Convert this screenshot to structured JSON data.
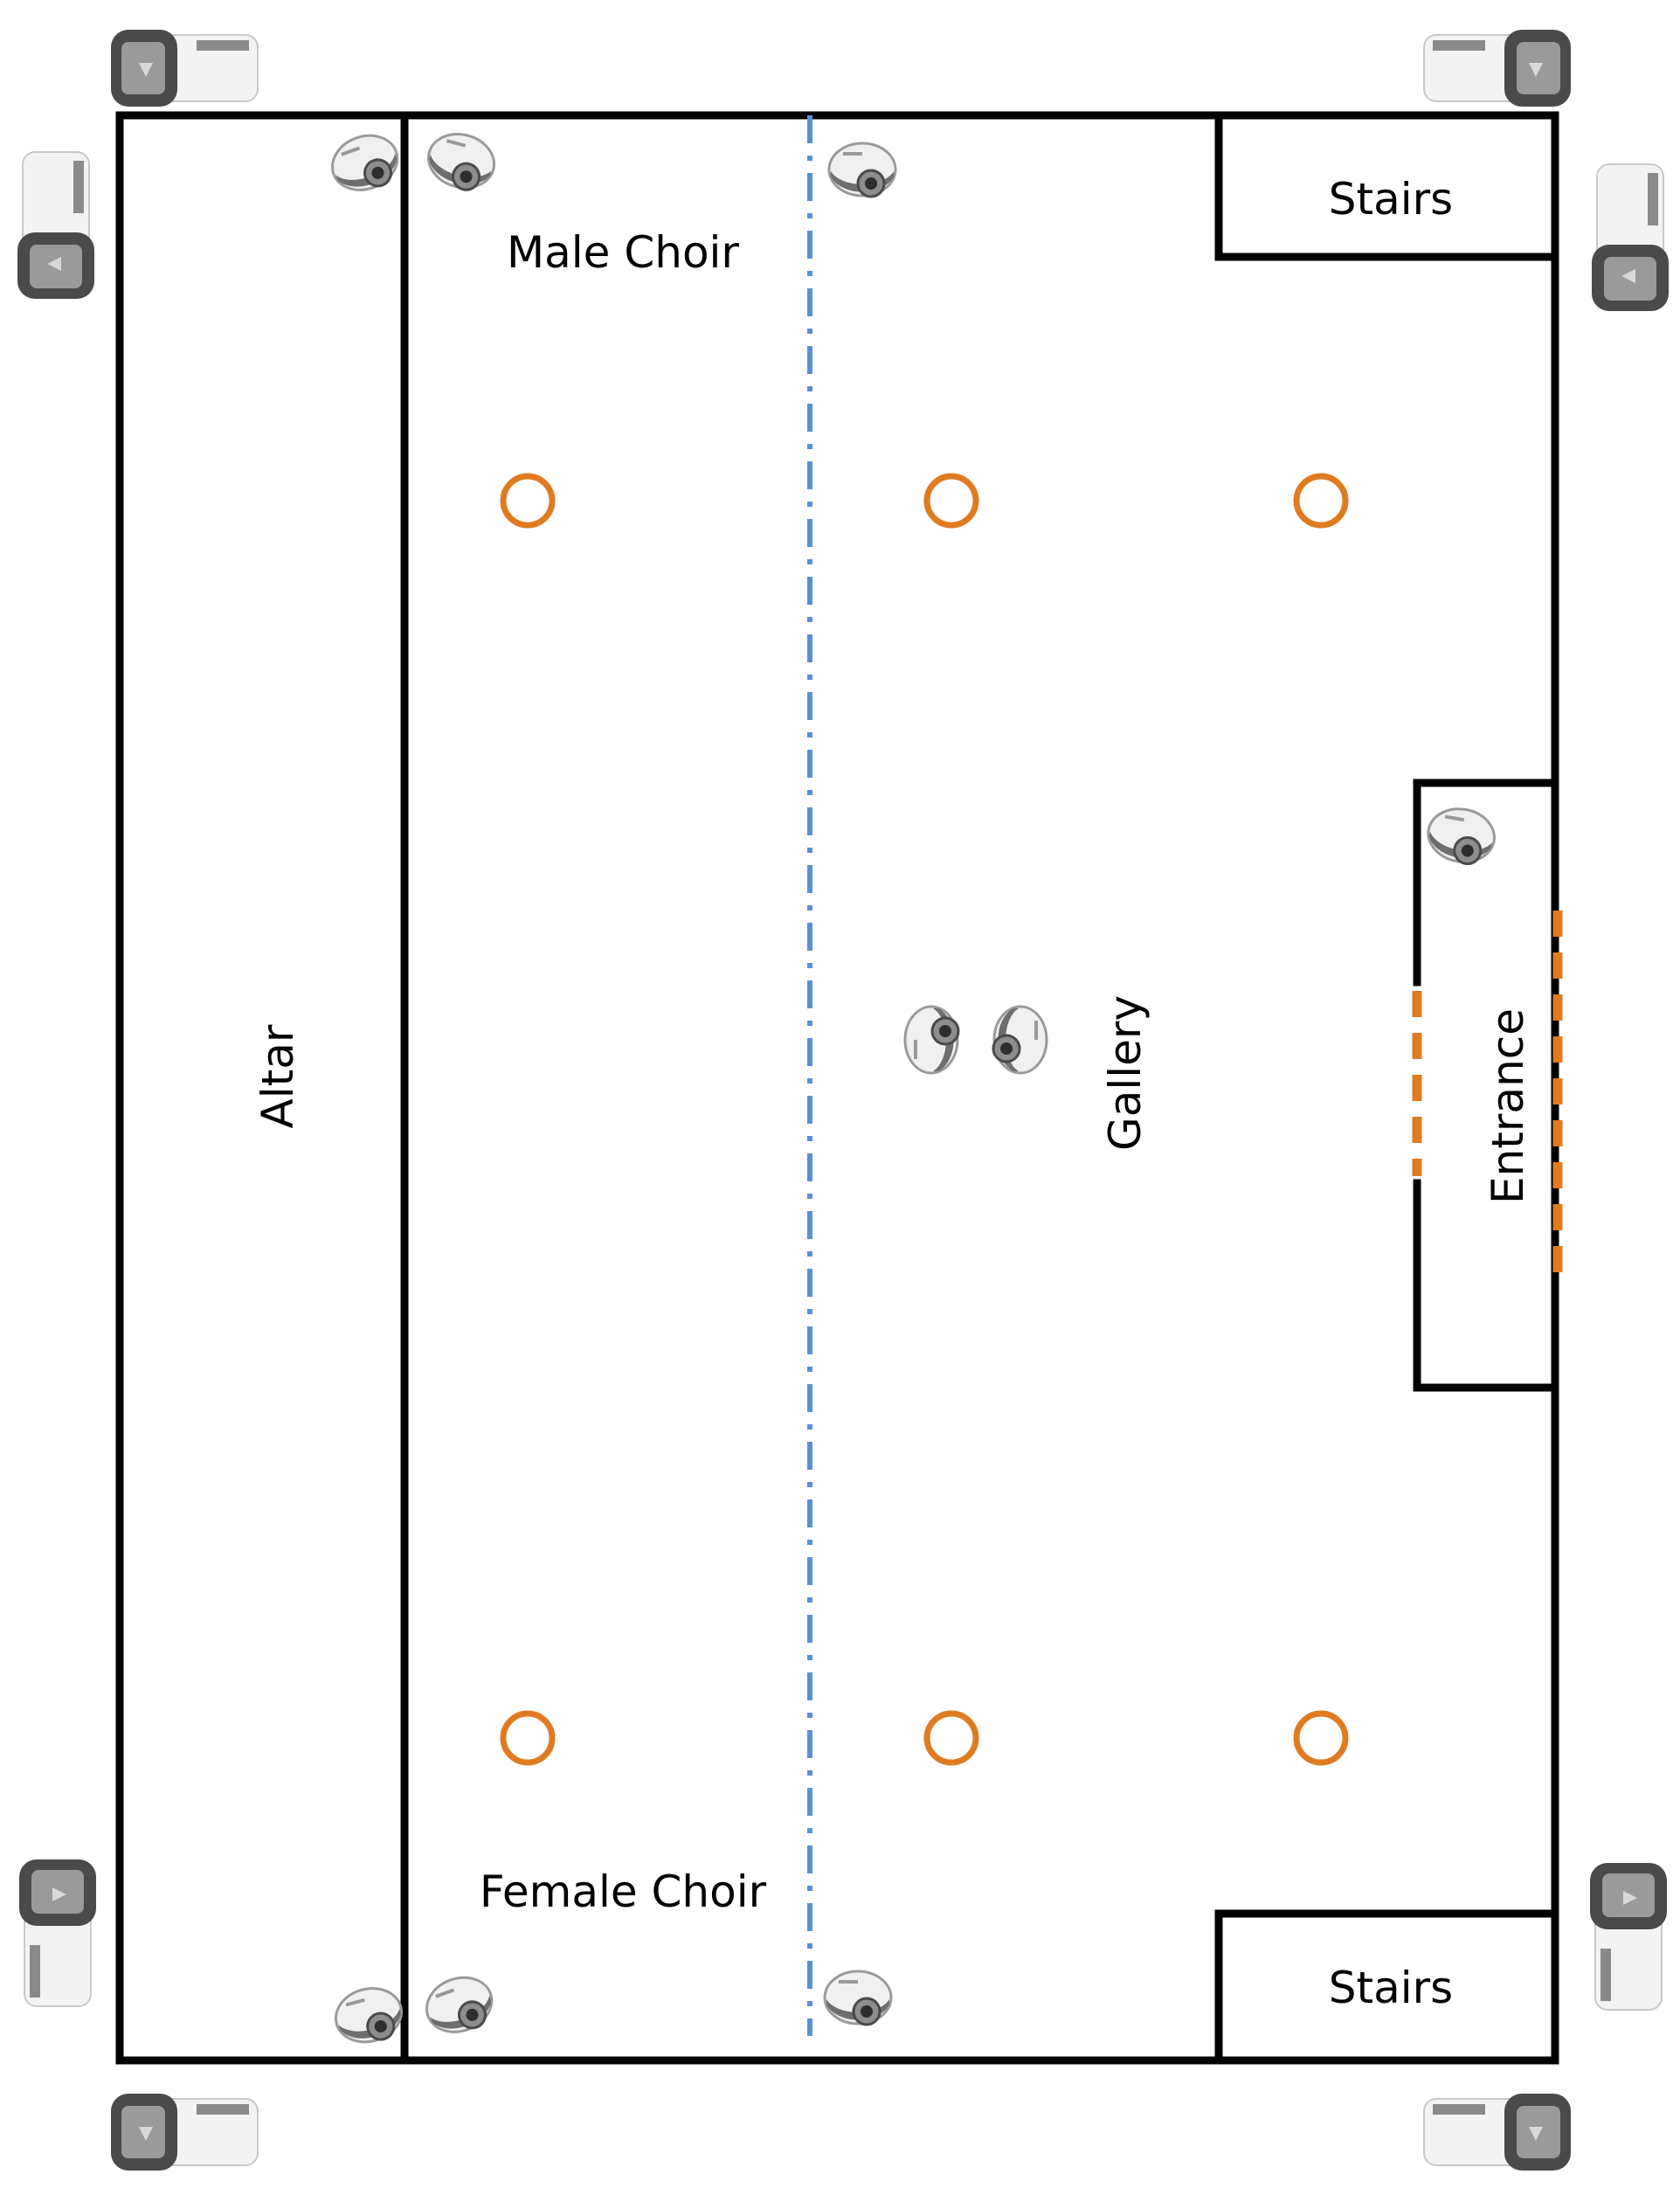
{
  "labels": {
    "stairs_top": "Stairs",
    "stairs_bottom": "Stairs",
    "male_choir": "Male Choir",
    "female_choir": "Female Choir",
    "altar": "Altar",
    "gallery": "Gallery",
    "entrance": "Entrance"
  },
  "colors": {
    "wall": "#000000",
    "pillar": "#E07B20",
    "door": "#E07B20",
    "centerline": "#5B8FD6",
    "camera_body": "#F2F2F2",
    "camera_dark": "#555555"
  },
  "legend_icons": {
    "bullet_camera": "bullet-camera-icon",
    "dome_camera": "dome-camera-icon",
    "pillar": "pillar-icon"
  }
}
